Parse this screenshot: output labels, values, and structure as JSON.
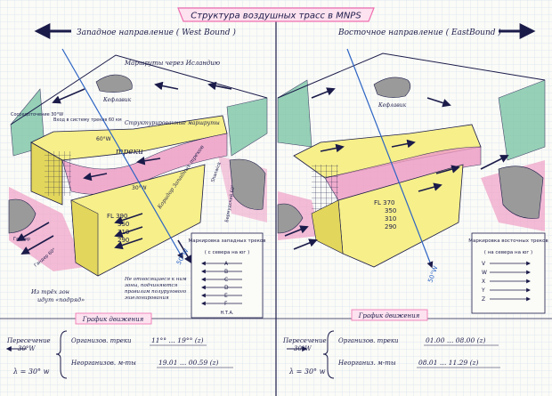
{
  "title": "Структура воздушных трасс в MNPS",
  "west": {
    "direction_label": "Западное направление ( West Bound )",
    "label_iceland": "Маршруты через Исландию",
    "label_keflavik": "Кефлавик",
    "label_fl": "FL 390\n350\n310\n290",
    "label_50w": "50°W",
    "label_60w": "60°W",
    "label_tracks": "треки",
    "label_structured": "Структурированные маршруты",
    "label_entry": "Вход в систему треков 60 км",
    "label_concentration_30w": "Сосредоточение 30°W",
    "label_30w": "30°W",
    "label_corridor": "Коридор Западных треков",
    "label_gander": "Гандер",
    "label_shanwick": "Shanwick",
    "label_bermuda": "Бермудский 60°",
    "label_gander_oca": "Гандер 60°",
    "label_from_three": "Из трёх зон\nидут «подряд»",
    "label_unorganized_zones": "Не относящиеся к ним\nзоны, подчиняются\nправилам полуругового\nэшелонирования",
    "marking_title": "Маркировка западных треков",
    "marking_subtitle": "( с севера на юг )",
    "marking_letters": [
      "A",
      "B",
      "C",
      "D",
      "E",
      "F"
    ],
    "marking_footer": "Н.Т.А.",
    "schedule_title": "График движения",
    "crossing_label": "Пересечение\n30°W",
    "crossing_sub": "λ = 30° w",
    "org_label": "Организов. треки",
    "org_value": "11°° … 19°° (z)",
    "unorg_label": "Неорганизов. м-ты",
    "unorg_value": "19.01 … 00.59 (z)"
  },
  "east": {
    "direction_label": "Восточное направление ( EastBound )",
    "label_keflavik": "Кефлавик",
    "label_fl": "FL 370\n350\n310\n290",
    "label_50w": "50°W",
    "marking_title": "Маркировка восточных треков",
    "marking_subtitle": "( на севера на юг )",
    "marking_letters": [
      "V",
      "W",
      "X",
      "Y",
      "Z"
    ],
    "schedule_title": "График движения",
    "crossing_label": "Пересечение\n30°W",
    "crossing_sub": "λ = 30° w",
    "org_label": "Организов. треки",
    "org_value": "01.00 … 08.00 (z)",
    "unorg_label": "Неорганиз. м-ты",
    "unorg_value": "08.01 … 11.29 (z)"
  },
  "colors": {
    "ink": "#1b1b4a",
    "yellow": "#f6ef8a",
    "yellow_dark": "#e2d65c",
    "pink": "#ef9fc6",
    "green": "#7dc6a8",
    "grid": "#c9d9ea",
    "title_pink": "#ef6fb0"
  }
}
